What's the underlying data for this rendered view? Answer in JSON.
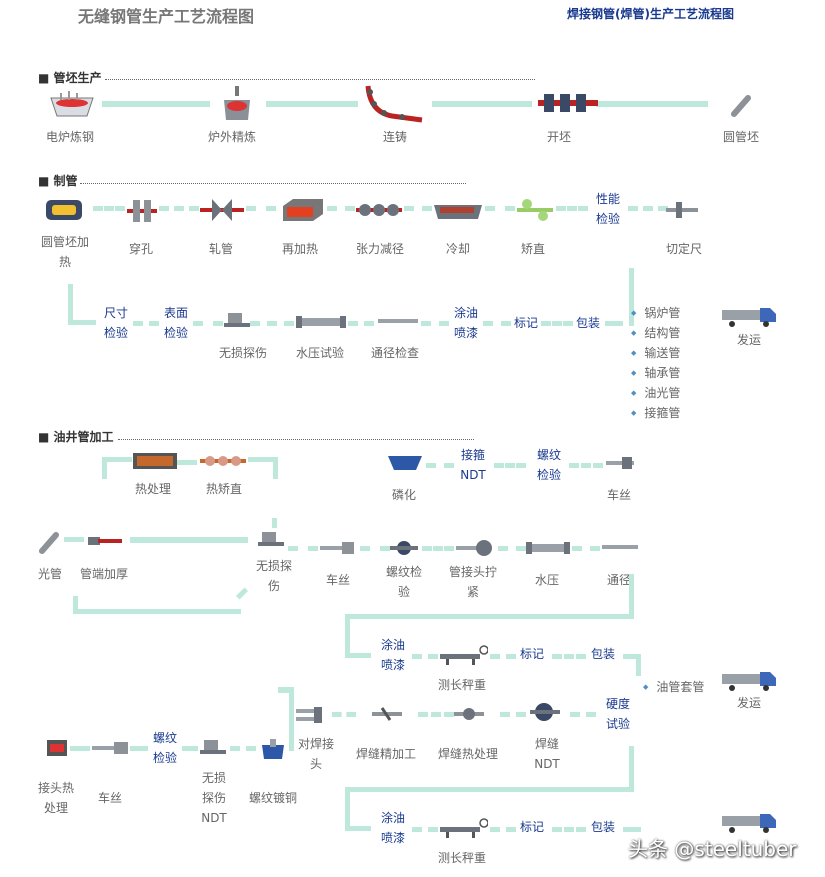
{
  "title": "无缝钢管生产工艺流程图",
  "link": "焊接钢管(焊管)生产工艺流程图",
  "sections": {
    "billet": "管坯生产",
    "pipe": "制管",
    "oil": "油井管加工"
  },
  "billet": [
    "电炉炼钢",
    "炉外精炼",
    "连铸",
    "开坯",
    "圆管坯"
  ],
  "pipe_row1": [
    "圆管坯加热",
    "穿孔",
    "轧管",
    "再加热",
    "张力减径",
    "冷却",
    "矫直",
    "切定尺"
  ],
  "insp": {
    "perf": "性能检验",
    "size": "尺寸检验",
    "surf": "表面检验",
    "coat1": "涂油喷漆",
    "joint_ndt": "接箍NDT",
    "thread1": "螺纹检验",
    "coat2": "涂油喷漆",
    "hard": "硬度试验",
    "thread2": "螺纹检验",
    "coat3": "涂油喷漆"
  },
  "pipe_row2": [
    "无损探伤",
    "水压试验",
    "通径检查",
    "标记",
    "包装"
  ],
  "products": [
    "锅炉管",
    "结构管",
    "输送管",
    "轴承管",
    "油光管",
    "接箍管"
  ],
  "ship": "发运",
  "oil_top": [
    "热处理",
    "热矫直",
    "磷化",
    "车丝"
  ],
  "oil_mid": [
    "光管",
    "管端加厚",
    "无损探伤",
    "车丝",
    "螺纹检验",
    "管接头拧紧",
    "水压",
    "通径"
  ],
  "oil_row3": [
    "测长秤重",
    "标记",
    "包装"
  ],
  "casing": "油管套管",
  "oil_row4": [
    "接头热处理",
    "车丝",
    "无损探伤NDT",
    "螺纹镀铜",
    "对焊接头",
    "焊缝精加工",
    "焊缝热处理",
    "焊缝NDT"
  ],
  "oil_row5": [
    "测长秤重",
    "标记",
    "包装"
  ],
  "watermark": "头条 @steeltuber",
  "colors": {
    "pipe": "#bfe8dc",
    "inspect": "#1a3a8f",
    "bullet": "#4f8fc4"
  }
}
